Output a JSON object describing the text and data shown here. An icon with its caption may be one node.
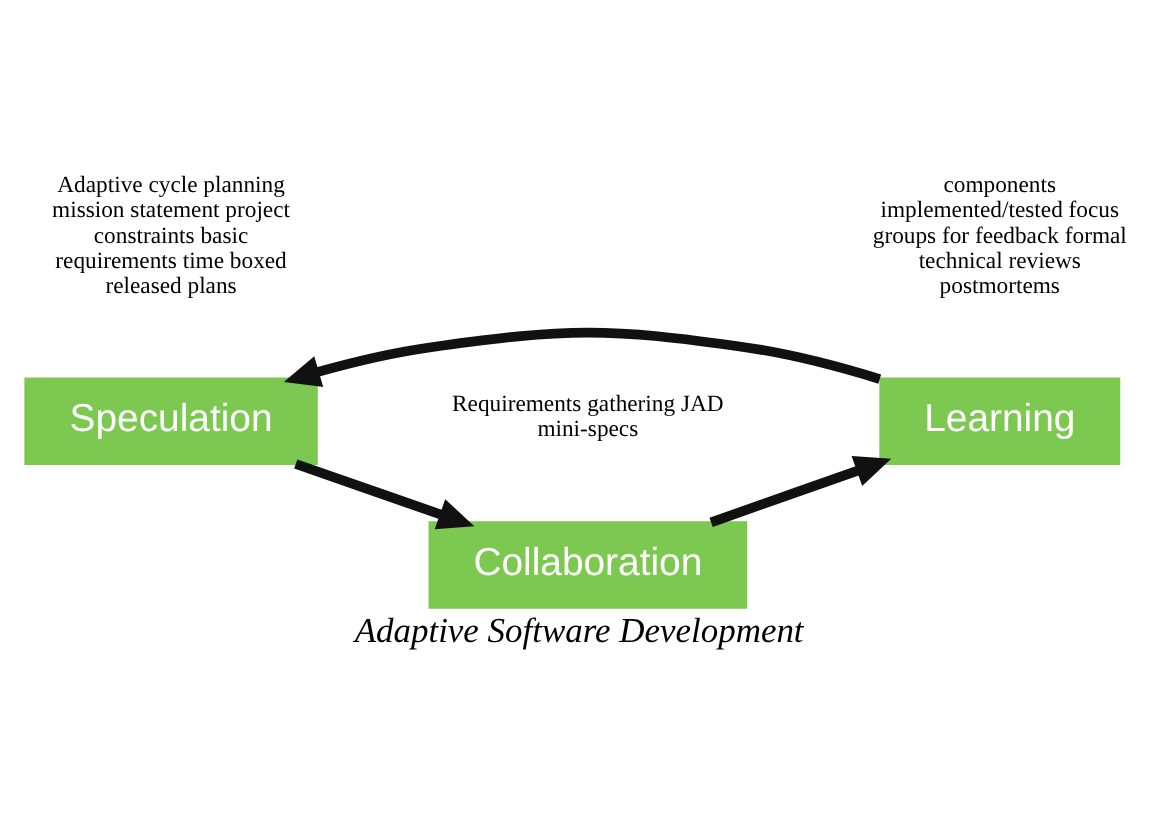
{
  "diagram": {
    "caption": "Adaptive Software Development",
    "nodes": [
      {
        "text": [
          "Speculation"
        ],
        "beside": [
          "Adaptive cycle planning mission statement project constraints basic requirements time boxed released plans"
        ]
      },
      {
        "text": [
          "Collaboration"
        ],
        "beside": [
          "Requirements gathering JAD mini-specs"
        ]
      },
      {
        "text": [
          "Learning"
        ],
        "beside": [
          "components implemented/tested focus groups for feedback formal technical reviews postmortems"
        ]
      }
    ],
    "edges": [
      {
        "from": 0,
        "to": 1,
        "arrow": "to"
      },
      {
        "from": 1,
        "to": 2,
        "arrow": "to"
      },
      {
        "from": 2,
        "to": 0,
        "arrow": "to"
      }
    ]
  }
}
